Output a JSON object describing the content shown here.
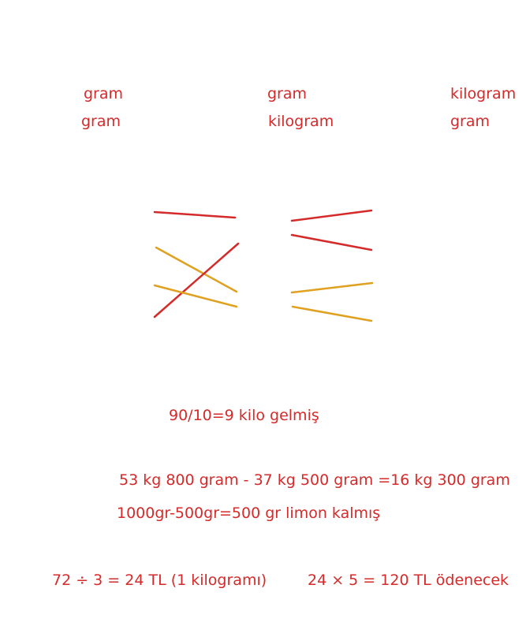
{
  "unit_answers": {
    "row1": [
      "gram",
      "gram",
      "kilogram"
    ],
    "row2": [
      "gram",
      "kilogram",
      "gram"
    ]
  },
  "calculations": {
    "line1": "90/10=9 kilo gelmiş",
    "line2": "53 kg 800 gram - 37 kg 500 gram =16 kg 300 gram",
    "line3": "1000gr-500gr=500 gr limon kalmış",
    "line4": "72 ÷ 3 = 24 TL (1 kilogramı)",
    "line5": "24 × 5 = 120 TL ödenecek"
  },
  "colors": {
    "text": "#d42a2a",
    "line_red": "#d42a2a",
    "line_orange": "#e0a020"
  }
}
